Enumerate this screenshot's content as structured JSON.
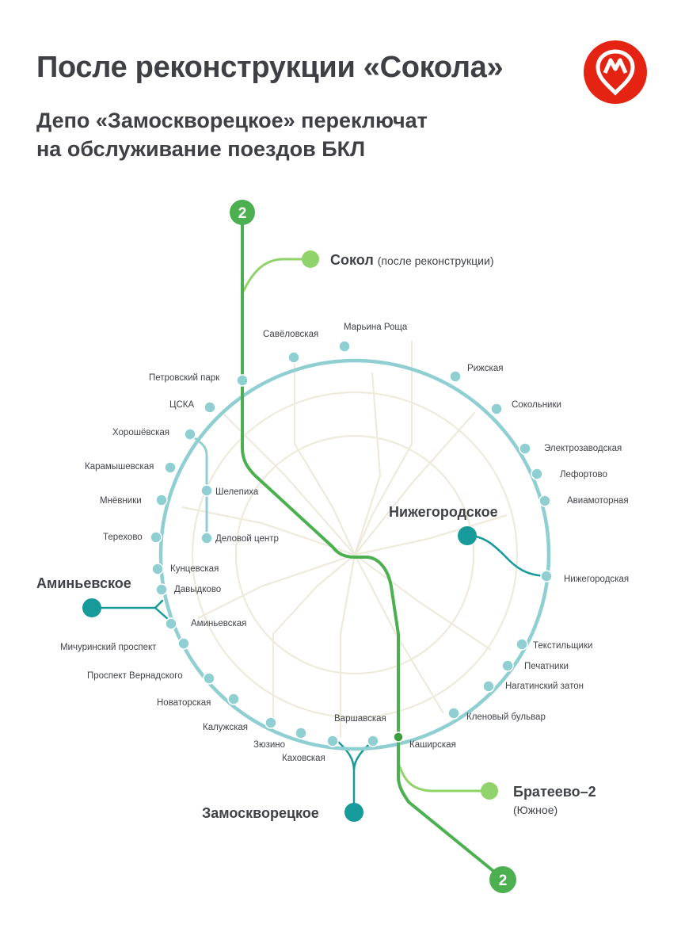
{
  "title": "После реконструкции «Сокола»",
  "subtitle": {
    "line1": "Депо «Замоскворецкое» переключат",
    "line2": "на обслуживание поездов БКЛ"
  },
  "logo": {
    "icon": "moscow-metro-logo-icon",
    "color": "#e42313"
  },
  "colors": {
    "circle_line": "#8fcfd2",
    "line2": "#4caf50",
    "line2_branch": "#8fd36a",
    "depot_teal": "#179a9a",
    "background_network": "#eeeadc"
  },
  "line2": {
    "number_top": "2",
    "number_bottom": "2"
  },
  "depots": {
    "sokol": {
      "name": "Сокол",
      "note": "(после реконструкции)"
    },
    "brateevo": {
      "name": "Братеево–2",
      "note": "(Южное)"
    },
    "nizhegorodskoe": {
      "name": "Нижегородское"
    },
    "aminevskoe": {
      "name": "Аминьевское"
    },
    "zamoskvoretskoe": {
      "name": "Замоскворецкое"
    }
  },
  "stations": {
    "savelovskaya": "Савёловская",
    "maryina_roshcha": "Марьина Роща",
    "rizhskaya": "Рижская",
    "sokolniki": "Сокольники",
    "elektrozavodskaya": "Электрозаводская",
    "lefortovo": "Лефортово",
    "aviamotornaya": "Авиамоторная",
    "nizhegorodskaya": "Нижегородская",
    "tekstilshchiki": "Текстильщики",
    "pechatniki": "Печатники",
    "nagatinsky_zaton": "Нагатинский затон",
    "klenovy_bulvar": "Кленовый бульвар",
    "kashirskaya": "Каширская",
    "varshavskaya": "Варшавская",
    "kakhovskaya": "Каховская",
    "zyuzino": "Зюзино",
    "kaluzhskaya": "Калужская",
    "novatorskaya": "Новаторская",
    "prospekt_vernadskogo": "Проспект Вернадского",
    "michurinsky": "Мичуринский проспект",
    "aminevskaya": "Аминьевская",
    "davydkovo": "Давыдково",
    "kuntsevskaya": "Кунцевская",
    "terekhovo": "Терехово",
    "mnevniki": "Мнёвники",
    "karamyshevskaya": "Карамышевская",
    "khoroshevskaya": "Хорошёвская",
    "tsska": "ЦСКА",
    "petrovsky_park": "Петровский парк",
    "shelepikha": "Шелепиха",
    "delovoy_tsentr": "Деловой центр"
  }
}
